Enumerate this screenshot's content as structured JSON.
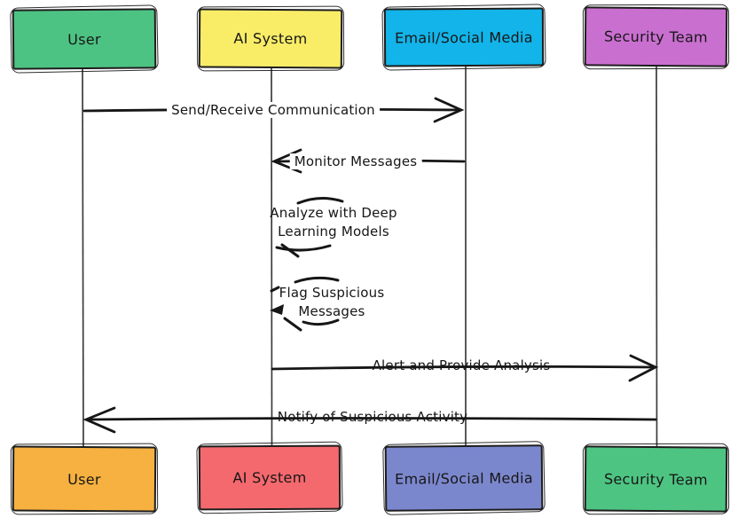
{
  "diagram": {
    "type": "sequence-diagram",
    "style": "hand-drawn",
    "ink_color": "#1a1a1a",
    "lifeline_color": "#3d3d3d",
    "background": "#ffffff",
    "actors_top": [
      {
        "label": "User",
        "color": "#4dc383"
      },
      {
        "label": "AI System",
        "color": "#f9ed68"
      },
      {
        "label": "Email/Social Media",
        "color": "#12b4e9"
      },
      {
        "label": "Security Team",
        "color": "#c96fd0"
      }
    ],
    "actors_bottom": [
      {
        "label": "User",
        "color": "#f6b140"
      },
      {
        "label": "AI System",
        "color": "#f4696e"
      },
      {
        "label": "Email/Social Media",
        "color": "#7b87cd"
      },
      {
        "label": "Security Team",
        "color": "#4ec482"
      }
    ],
    "messages": [
      {
        "label": "Send/Receive Communication",
        "from": "User",
        "to": "Email/Social Media",
        "direction": "right"
      },
      {
        "label": "Monitor Messages",
        "from": "Email/Social Media",
        "to": "AI System",
        "direction": "left"
      },
      {
        "label": "Analyze with Deep Learning Models",
        "type": "self",
        "actor": "AI System"
      },
      {
        "label": "Flag Suspicious Messages",
        "type": "self",
        "actor": "AI System"
      },
      {
        "label": "Alert and Provide Analysis",
        "from": "AI System",
        "to": "Security Team",
        "direction": "right"
      },
      {
        "label": "Notify of Suspicious Activity",
        "from": "Security Team",
        "to": "User",
        "direction": "left"
      }
    ]
  }
}
